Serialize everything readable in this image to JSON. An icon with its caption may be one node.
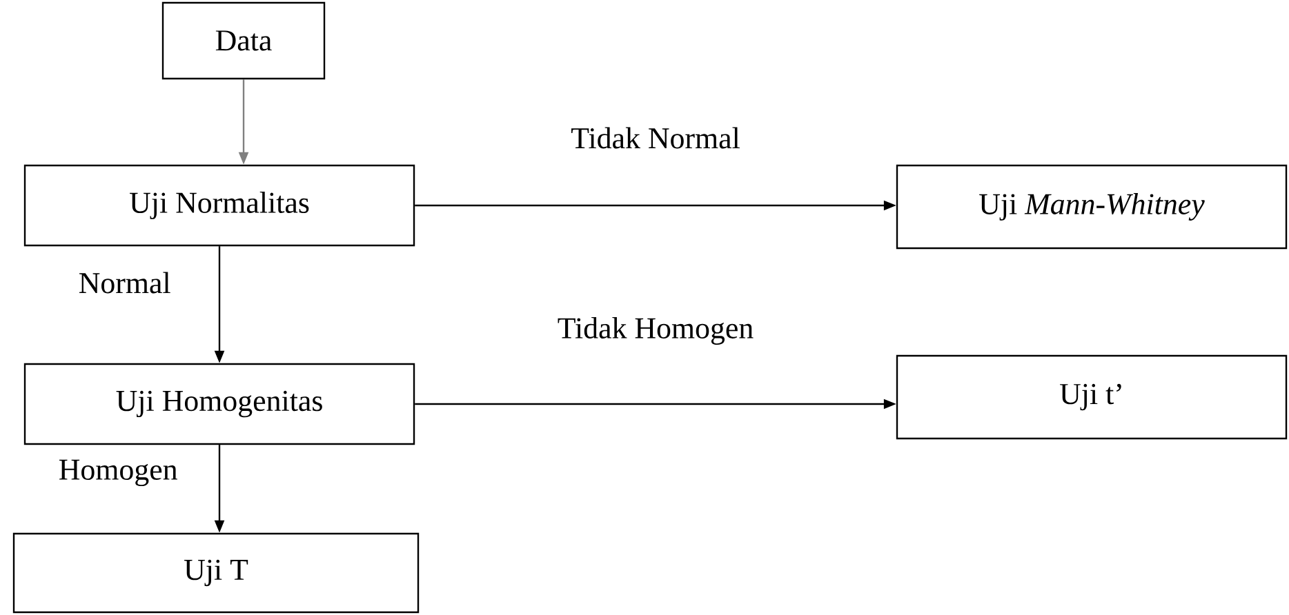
{
  "diagram": {
    "nodes": [
      {
        "text": [
          "Data"
        ]
      },
      {
        "text": [
          "Uji Normalitas"
        ]
      },
      {
        "text": [
          "Uji *Mann-Whitney*"
        ]
      },
      {
        "text": [
          "Uji Homogenitas"
        ]
      },
      {
        "text": [
          "Uji t’"
        ]
      },
      {
        "text": [
          "Uji T"
        ]
      }
    ],
    "edges": [
      {
        "from": 0,
        "to": 1,
        "arrow": "to",
        "color": "#808080"
      },
      {
        "from": 1,
        "to": 2,
        "arrow": "to",
        "label": "Tidak Normal"
      },
      {
        "from": 1,
        "to": 3,
        "arrow": "to",
        "label": "Normal"
      },
      {
        "from": 3,
        "to": 4,
        "arrow": "to",
        "label": "Tidak Homogen"
      },
      {
        "from": 3,
        "to": 5,
        "arrow": "to",
        "label": "Homogen"
      }
    ]
  }
}
